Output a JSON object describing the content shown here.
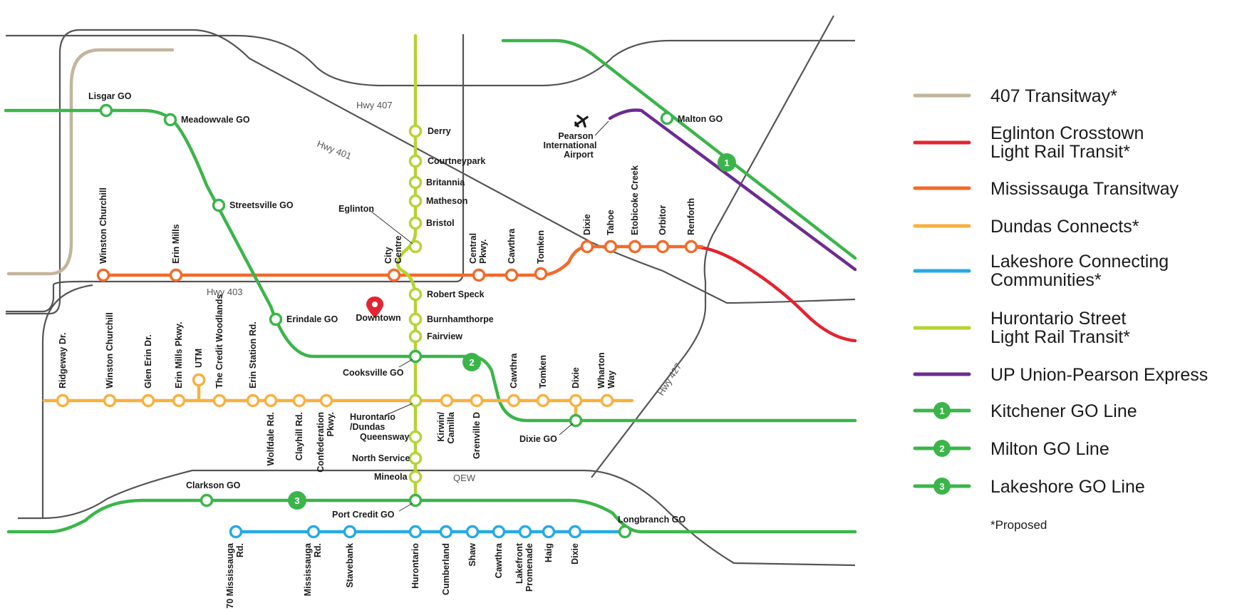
{
  "colors": {
    "transitway407": "#c2b59b",
    "eglinton": "#e42431",
    "mississauga_transitway": "#f26a2b",
    "dundas": "#f9b040",
    "lakeshore_connecting": "#27aae1",
    "hurontario": "#b5d334",
    "up_express": "#6b2c91",
    "go": "#3bb54a",
    "roads": "#555555",
    "downtown_pin": "#e42431"
  },
  "highways": [
    "Hwy 407",
    "Hwy 401",
    "Hwy 403",
    "Hwy 427",
    "QEW"
  ],
  "landmarks": {
    "downtown": "Downtown",
    "airport": [
      "Pearson",
      "International",
      "Airport"
    ]
  },
  "stations": {
    "kitchener": [
      "Malton GO"
    ],
    "milton": [
      "Lisgar GO",
      "Meadowvale GO",
      "Streetsville GO",
      "Erindale GO",
      "Cooksville GO",
      "Dixie GO"
    ],
    "lakeshore": [
      "Clarkson GO",
      "Port Credit GO",
      "Longbranch GO"
    ],
    "hurontario": [
      "Derry",
      "Courtneypark",
      "Britannia",
      "Matheson",
      "Bristol",
      "Eglinton",
      "Robert Speck",
      "Burnhamthorpe",
      "Fairview",
      "Hurontario /Dundas",
      "Queensway",
      "North Service",
      "Mineola"
    ],
    "transitway": [
      "Winston Churchill",
      "Erin Mills",
      "City Centre",
      "Central Pkwy.",
      "Cawthra",
      "Tomken",
      "Dixie",
      "Tahoe",
      "Etobicoke Creek",
      "Orbitor",
      "Renforth"
    ],
    "dundas": [
      "Ridgeway Dr.",
      "Winston Churchill",
      "Glen Erin Dr.",
      "Erin Mills Pkwy.",
      "UTM",
      "The Credit Woodlands",
      "Erin Station Rd.",
      "Wolfdale Rd.",
      "Clayhill Rd.",
      "Confederation Pkwy.",
      "Kirwin/ Camilla",
      "Grenville D",
      "Cawthra",
      "Tomken",
      "Dixie",
      "Wharton Way"
    ],
    "lakeshore_connecting": [
      "70 Mississauga Rd.",
      "Mississauga Rd.",
      "Stavebank",
      "Hurontario",
      "Cumberland",
      "Shaw",
      "Cawthra",
      "Lakefront Promenade",
      "Haig",
      "Dixie"
    ]
  },
  "badges": [
    "1",
    "2",
    "3"
  ],
  "legend": [
    {
      "label": "407 Transitway*",
      "color": "#c2b59b",
      "badge": ""
    },
    {
      "label": "Eglinton Crosstown Light Rail Transit*",
      "lines": [
        "Eglinton Crosstown",
        "Light Rail Transit*"
      ],
      "color": "#e42431",
      "badge": ""
    },
    {
      "label": "Mississauga Transitway",
      "color": "#f26a2b",
      "badge": ""
    },
    {
      "label": "Dundas Connects*",
      "color": "#f9b040",
      "badge": ""
    },
    {
      "label": "Lakeshore Connecting Communities*",
      "lines": [
        "Lakeshore Connecting",
        "Communities*"
      ],
      "color": "#27aae1",
      "badge": ""
    },
    {
      "label": "Hurontario Street Light Rail Transit*",
      "lines": [
        "Hurontario Street",
        "Light Rail Transit*"
      ],
      "color": "#b5d334",
      "badge": ""
    },
    {
      "label": "UP Union-Pearson Express",
      "color": "#6b2c91",
      "badge": ""
    },
    {
      "label": "Kitchener GO Line",
      "color": "#3bb54a",
      "badge": "1"
    },
    {
      "label": "Milton GO Line",
      "color": "#3bb54a",
      "badge": "2"
    },
    {
      "label": "Lakeshore GO Line",
      "color": "#3bb54a",
      "badge": "3"
    }
  ],
  "legend_note": "*Proposed"
}
